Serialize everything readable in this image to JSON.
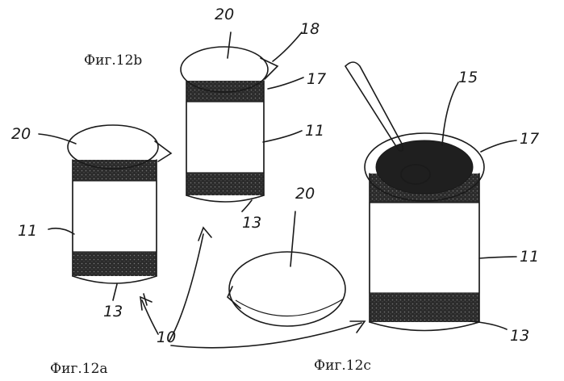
{
  "figures": {
    "fig12a": {
      "caption": "Фиг.12a"
    },
    "fig12b": {
      "caption": "Фиг.12b"
    },
    "fig12c": {
      "caption": "Фиг.12c"
    }
  },
  "reference_numerals": {
    "n10": "10",
    "n11": "11",
    "n13": "13",
    "n15": "15",
    "n17": "17",
    "n18": "18",
    "n20": "20"
  },
  "colors": {
    "ink": "#1a1a1a",
    "band": "#2b2b2b",
    "lid": "#8a8a8a",
    "paper": "#ffffff"
  }
}
